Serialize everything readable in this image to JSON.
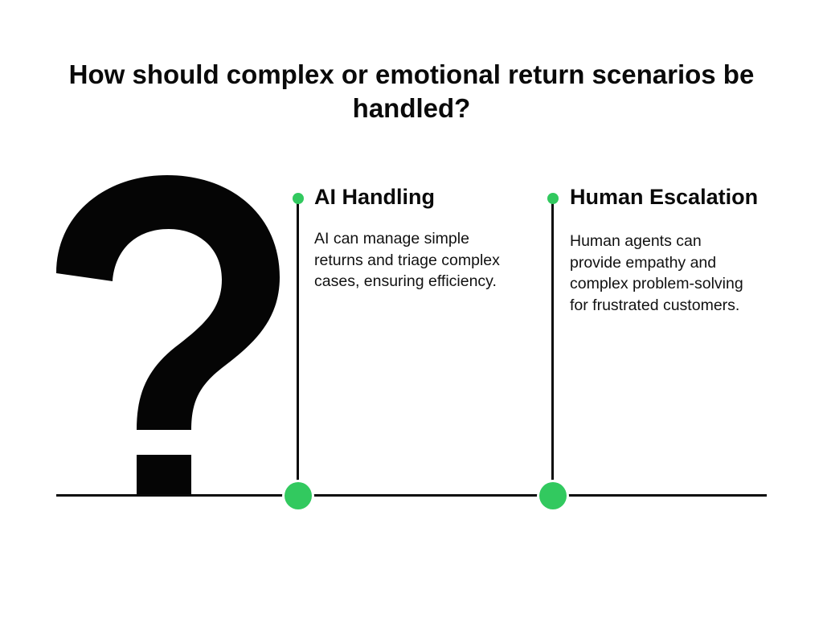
{
  "title": "How should complex or emotional return scenarios be handled?",
  "icon": "question-mark-icon",
  "colors": {
    "accent": "#32c95f",
    "line": "#0a0a0a",
    "background": "#ffffff"
  },
  "options": [
    {
      "title": "AI Handling",
      "description": "AI can manage simple returns and triage complex cases, ensuring efficiency."
    },
    {
      "title": "Human Escalation",
      "description": "Human agents can provide empathy and complex problem-solving for frustrated customers."
    }
  ]
}
